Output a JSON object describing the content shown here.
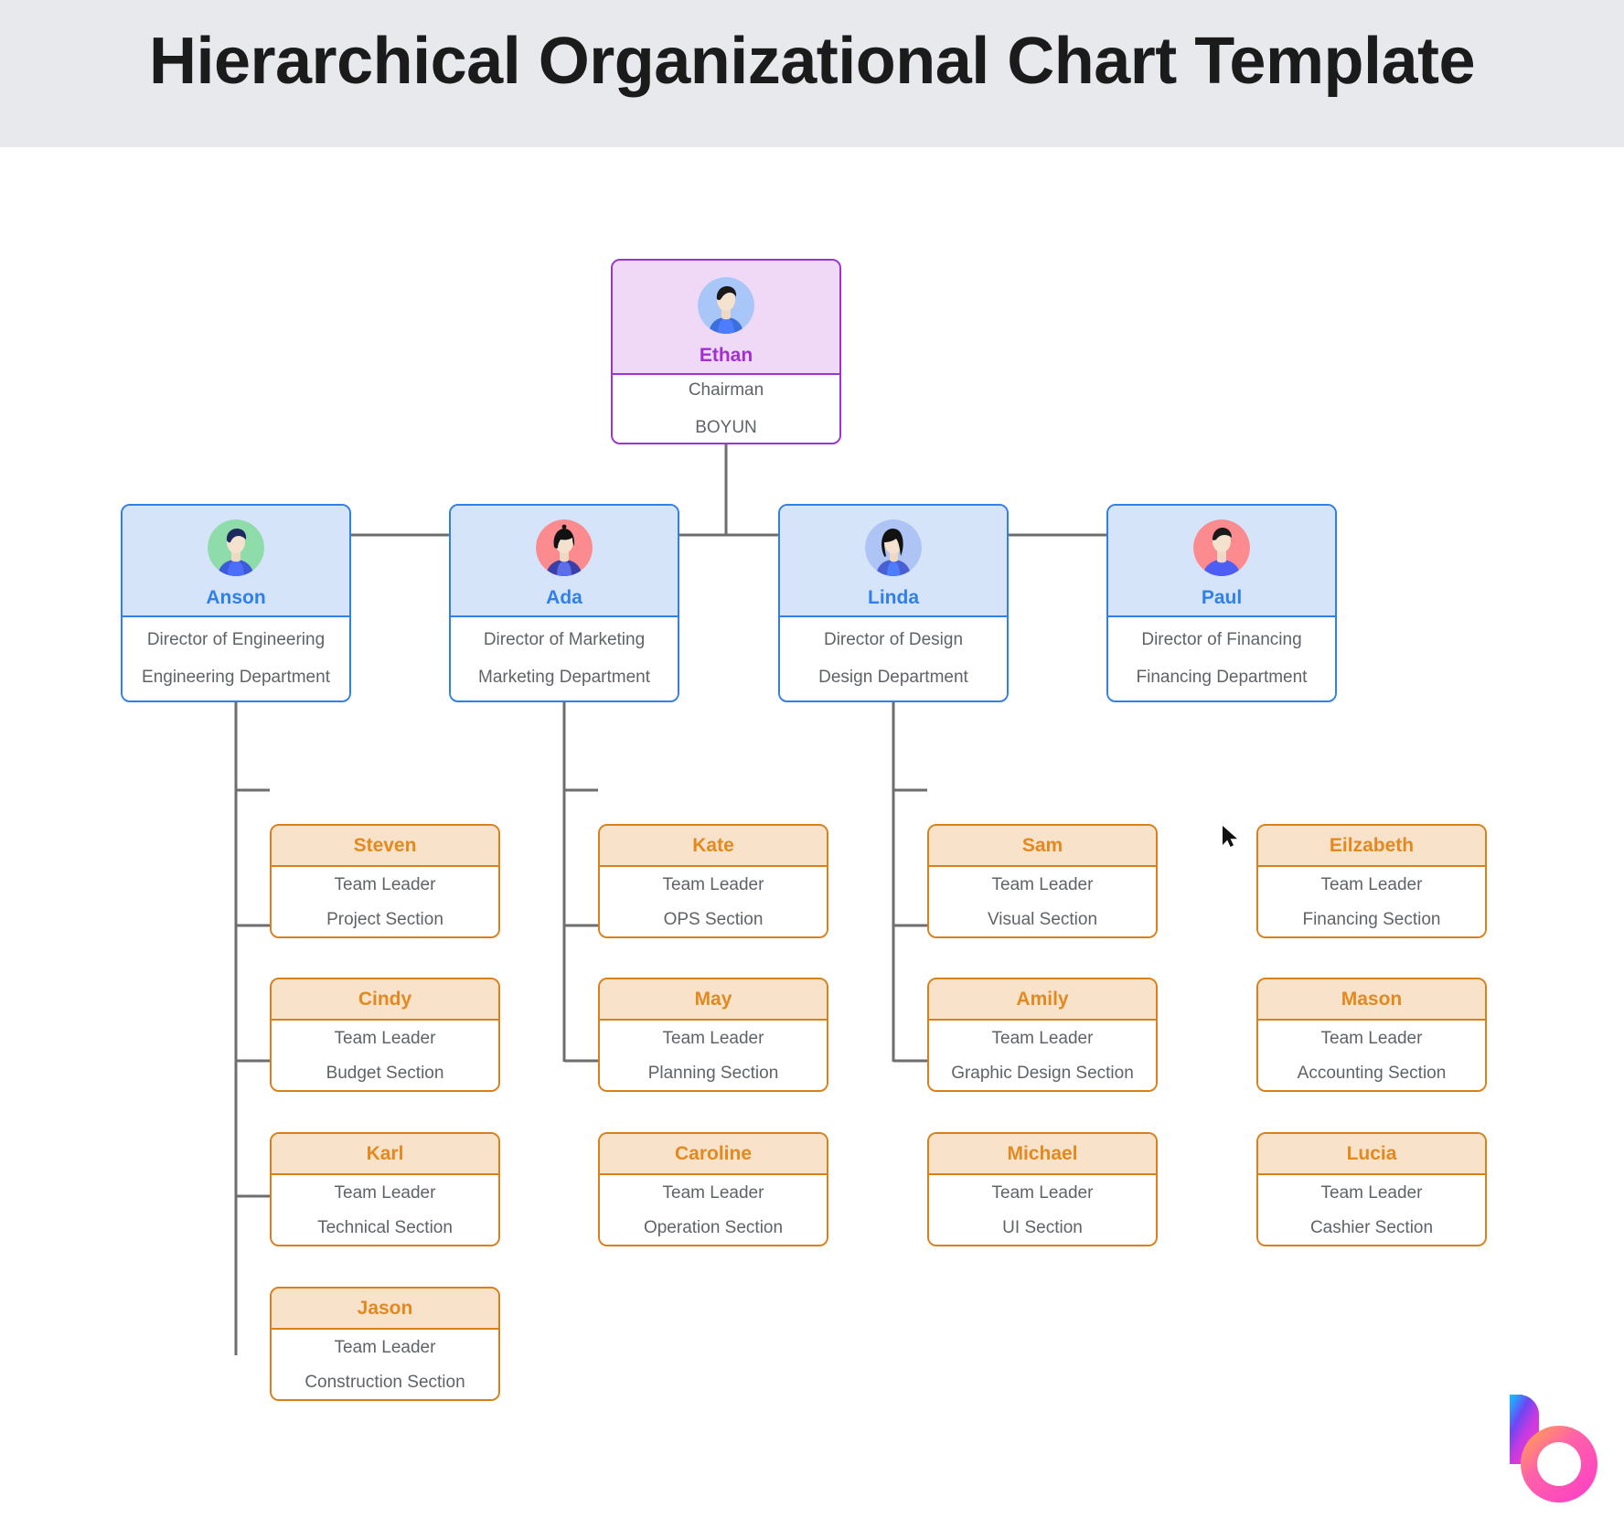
{
  "header": {
    "title": "Hierarchical Organizational Chart Template",
    "background_color": "#e7e9ed",
    "title_color": "#1b1b1b"
  },
  "theme": {
    "root_border": "#9b34d2",
    "root_header_bg": "#efd9f7",
    "root_name_color": "#a22ed4",
    "director_border": "#2f80e8",
    "director_header_bg": "#d6e4fa",
    "director_name_color": "#2f80e8",
    "leader_border": "#d9801b",
    "leader_header_bg": "#f9e2ca",
    "leader_name_color": "#e3891f",
    "body_text_color": "#5f6368",
    "connector_color": "#6e6e6e",
    "canvas_bg": "#ffffff"
  },
  "chart_data": {
    "type": "org-chart",
    "title": "Hierarchical Organizational Chart Template",
    "levels": 3,
    "root": {
      "name": "Ethan",
      "title": "Chairman",
      "unit": "BOYUN",
      "avatar": "avatar-ethan",
      "avatar_bg": "#a8c6f7"
    },
    "directors": [
      {
        "name": "Anson",
        "title": "Director of Engineering",
        "unit": "Engineering Department",
        "avatar": "avatar-anson",
        "avatar_bg": "#8fdcab",
        "reports": [
          {
            "name": "Steven",
            "title": "Team Leader",
            "unit": "Project Section"
          },
          {
            "name": "Cindy",
            "title": "Team Leader",
            "unit": "Budget Section"
          },
          {
            "name": "Karl",
            "title": "Team Leader",
            "unit": "Technical Section"
          },
          {
            "name": "Jason",
            "title": "Team Leader",
            "unit": "Construction Section"
          }
        ]
      },
      {
        "name": "Ada",
        "title": "Director of Marketing",
        "unit": "Marketing Department",
        "avatar": "avatar-ada",
        "avatar_bg": "#fb8b8f",
        "reports": [
          {
            "name": "Kate",
            "title": "Team Leader",
            "unit": "OPS Section"
          },
          {
            "name": "May",
            "title": "Team Leader",
            "unit": "Planning Section"
          },
          {
            "name": "Caroline",
            "title": "Team Leader",
            "unit": "Operation Section"
          }
        ]
      },
      {
        "name": "Linda",
        "title": "Director of Design",
        "unit": "Design Department",
        "avatar": "avatar-linda",
        "avatar_bg": "#aec4f5",
        "reports": [
          {
            "name": "Sam",
            "title": "Team Leader",
            "unit": "Visual Section"
          },
          {
            "name": "Amily",
            "title": "Team Leader",
            "unit": "Graphic Design Section"
          },
          {
            "name": "Michael",
            "title": "Team Leader",
            "unit": "UI Section"
          }
        ]
      },
      {
        "name": "Paul",
        "title": "Director of Financing",
        "unit": "Financing Department",
        "avatar": "avatar-paul",
        "avatar_bg": "#fb8b8f",
        "reports": [
          {
            "name": "Eilzabeth",
            "title": "Team Leader",
            "unit": "Financing Section"
          },
          {
            "name": "Mason",
            "title": "Team Leader",
            "unit": "Accounting Section"
          },
          {
            "name": "Lucia",
            "title": "Team Leader",
            "unit": "Cashier Section"
          }
        ]
      }
    ]
  },
  "cursor": {
    "icon": "mouse-pointer-icon"
  },
  "logo": {
    "icon": "boardmix-b-logo",
    "gradient_from": "#1fb6ff",
    "gradient_mid": "#8b3df0",
    "gradient_to": "#ff3ec8"
  }
}
